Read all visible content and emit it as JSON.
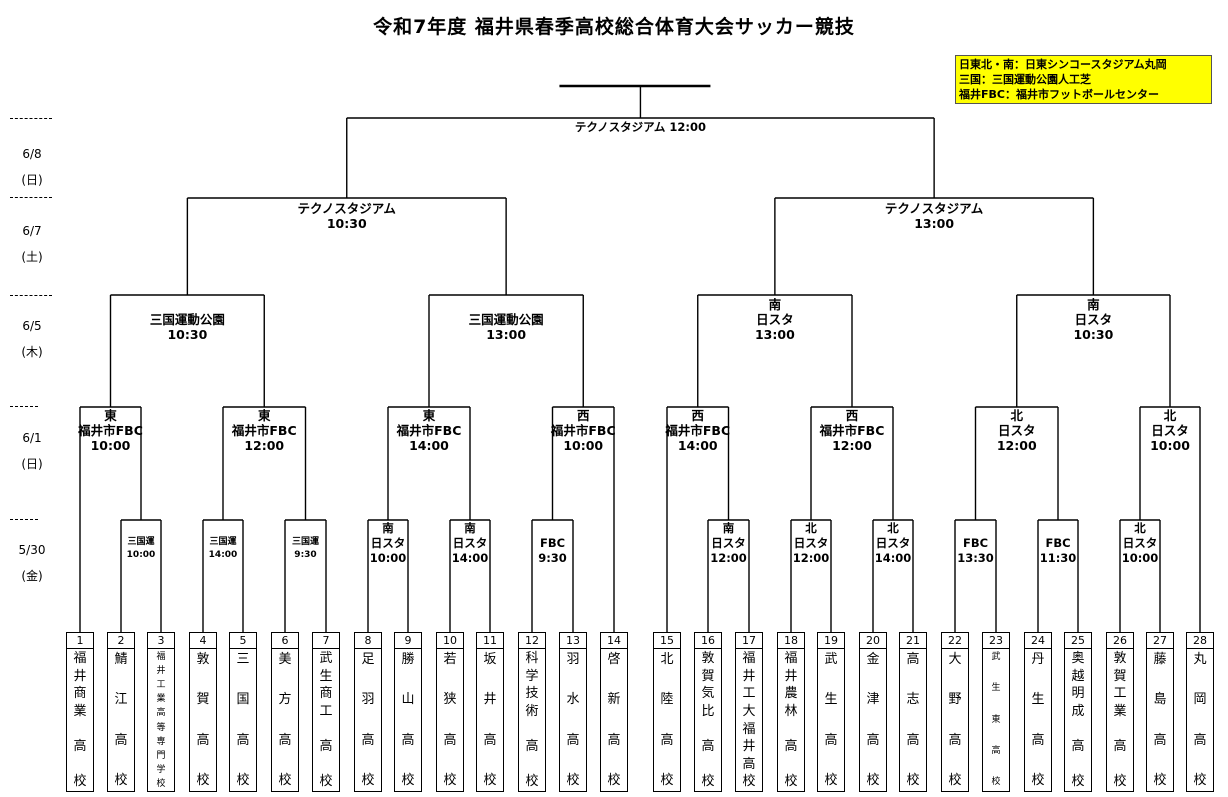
{
  "title": "令和7年度 福井県春季高校総合体育大会サッカー競技",
  "legend": [
    "日東北・南：日東シンコースタジアム丸岡",
    "三国：三国運動公園人工芝",
    "福井FBC：福井市フットボールセンター"
  ],
  "dates": [
    {
      "date": "6/8",
      "day": "(日)"
    },
    {
      "date": "6/7",
      "day": "(土)"
    },
    {
      "date": "6/5",
      "day": "(木)"
    },
    {
      "date": "6/1",
      "day": "(日)"
    },
    {
      "date": "5/30",
      "day": "(金)"
    }
  ],
  "rounds": {
    "final": {
      "lines": [
        "テクノスタジアム 12:00"
      ]
    },
    "semis": [
      {
        "lines": [
          "テクノスタジアム",
          "10:30"
        ]
      },
      {
        "lines": [
          "テクノスタジアム",
          "13:00"
        ]
      }
    ],
    "quarters": [
      {
        "lines": [
          "三国運動公園",
          "10:30"
        ]
      },
      {
        "lines": [
          "三国運動公園",
          "13:00"
        ]
      },
      {
        "lines": [
          "南",
          "日スタ",
          "13:00"
        ]
      },
      {
        "lines": [
          "南",
          "日スタ",
          "10:30"
        ]
      }
    ],
    "r16": [
      {
        "lines": [
          "東",
          "福井市FBC",
          "10:00"
        ]
      },
      {
        "lines": [
          "東",
          "福井市FBC",
          "12:00"
        ]
      },
      {
        "lines": [
          "東",
          "福井市FBC",
          "14:00"
        ]
      },
      {
        "lines": [
          "西",
          "福井市FBC",
          "10:00"
        ]
      },
      {
        "lines": [
          "西",
          "福井市FBC",
          "14:00"
        ]
      },
      {
        "lines": [
          "西",
          "福井市FBC",
          "12:00"
        ]
      },
      {
        "lines": [
          "北",
          "日スタ",
          "12:00"
        ]
      },
      {
        "lines": [
          "北",
          "日スタ",
          "10:00"
        ]
      }
    ],
    "r1": [
      {
        "lines": [
          "三国運",
          "10:00"
        ]
      },
      {
        "lines": [
          "三国運",
          "14:00"
        ]
      },
      {
        "lines": [
          "三国運",
          "9:30"
        ]
      },
      {
        "lines": [
          "南",
          "日スタ",
          "10:00"
        ]
      },
      {
        "lines": [
          "南",
          "日スタ",
          "14:00"
        ]
      },
      {
        "lines": [
          "FBC",
          "9:30"
        ]
      },
      {
        "lines": [
          "南",
          "日スタ",
          "12:00"
        ]
      },
      {
        "lines": [
          "北",
          "日スタ",
          "12:00"
        ]
      },
      {
        "lines": [
          "北",
          "日スタ",
          "14:00"
        ]
      },
      {
        "lines": [
          "FBC",
          "13:30"
        ]
      },
      {
        "lines": [
          "FBC",
          "11:30"
        ]
      },
      {
        "lines": [
          "北",
          "日スタ",
          "10:00"
        ]
      }
    ]
  },
  "teams": [
    {
      "no": "1",
      "name": [
        "福",
        "井",
        "商",
        "業",
        "",
        "高",
        "",
        "校"
      ]
    },
    {
      "no": "2",
      "name": [
        "鯖",
        "",
        "江",
        "",
        "高",
        "",
        "校"
      ]
    },
    {
      "no": "3",
      "name": [
        "福",
        "井",
        "工",
        "業",
        "高",
        "等",
        "専",
        "門",
        "学",
        "校"
      ]
    },
    {
      "no": "4",
      "name": [
        "敦",
        "",
        "賀",
        "",
        "高",
        "",
        "校"
      ]
    },
    {
      "no": "5",
      "name": [
        "三",
        "",
        "国",
        "",
        "高",
        "",
        "校"
      ]
    },
    {
      "no": "6",
      "name": [
        "美",
        "",
        "方",
        "",
        "高",
        "",
        "校"
      ]
    },
    {
      "no": "7",
      "name": [
        "武",
        "生",
        "商",
        "工",
        "",
        "高",
        "",
        "校"
      ]
    },
    {
      "no": "8",
      "name": [
        "足",
        "",
        "羽",
        "",
        "高",
        "",
        "校"
      ]
    },
    {
      "no": "9",
      "name": [
        "勝",
        "",
        "山",
        "",
        "高",
        "",
        "校"
      ]
    },
    {
      "no": "10",
      "name": [
        "若",
        "",
        "狭",
        "",
        "高",
        "",
        "校"
      ]
    },
    {
      "no": "11",
      "name": [
        "坂",
        "",
        "井",
        "",
        "高",
        "",
        "校"
      ]
    },
    {
      "no": "12",
      "name": [
        "科",
        "学",
        "技",
        "術",
        "",
        "高",
        "",
        "校"
      ]
    },
    {
      "no": "13",
      "name": [
        "羽",
        "",
        "水",
        "",
        "高",
        "",
        "校"
      ]
    },
    {
      "no": "14",
      "name": [
        "啓",
        "",
        "新",
        "",
        "高",
        "",
        "校"
      ]
    },
    {
      "no": "15",
      "name": [
        "北",
        "",
        "陸",
        "",
        "高",
        "",
        "校"
      ]
    },
    {
      "no": "16",
      "name": [
        "敦",
        "賀",
        "気",
        "比",
        "",
        "高",
        "",
        "校"
      ]
    },
    {
      "no": "17",
      "name": [
        "福",
        "井",
        "工",
        "大",
        "福",
        "井",
        "高",
        "校"
      ]
    },
    {
      "no": "18",
      "name": [
        "福",
        "井",
        "農",
        "林",
        "",
        "高",
        "",
        "校"
      ]
    },
    {
      "no": "19",
      "name": [
        "武",
        "",
        "生",
        "",
        "高",
        "",
        "校"
      ]
    },
    {
      "no": "20",
      "name": [
        "金",
        "",
        "津",
        "",
        "高",
        "",
        "校"
      ]
    },
    {
      "no": "21",
      "name": [
        "高",
        "",
        "志",
        "",
        "高",
        "",
        "校"
      ]
    },
    {
      "no": "22",
      "name": [
        "大",
        "",
        "野",
        "",
        "高",
        "",
        "校"
      ]
    },
    {
      "no": "23",
      "name": [
        "武",
        "",
        "生",
        "",
        "東",
        "",
        "高",
        "",
        "校"
      ]
    },
    {
      "no": "24",
      "name": [
        "丹",
        "",
        "生",
        "",
        "高",
        "",
        "校"
      ]
    },
    {
      "no": "25",
      "name": [
        "奥",
        "越",
        "明",
        "成",
        "",
        "高",
        "",
        "校"
      ]
    },
    {
      "no": "26",
      "name": [
        "敦",
        "賀",
        "工",
        "業",
        "",
        "高",
        "",
        "校"
      ]
    },
    {
      "no": "27",
      "name": [
        "藤",
        "",
        "島",
        "",
        "高",
        "",
        "校"
      ]
    },
    {
      "no": "28",
      "name": [
        "丸",
        "",
        "岡",
        "",
        "高",
        "",
        "校"
      ]
    }
  ]
}
